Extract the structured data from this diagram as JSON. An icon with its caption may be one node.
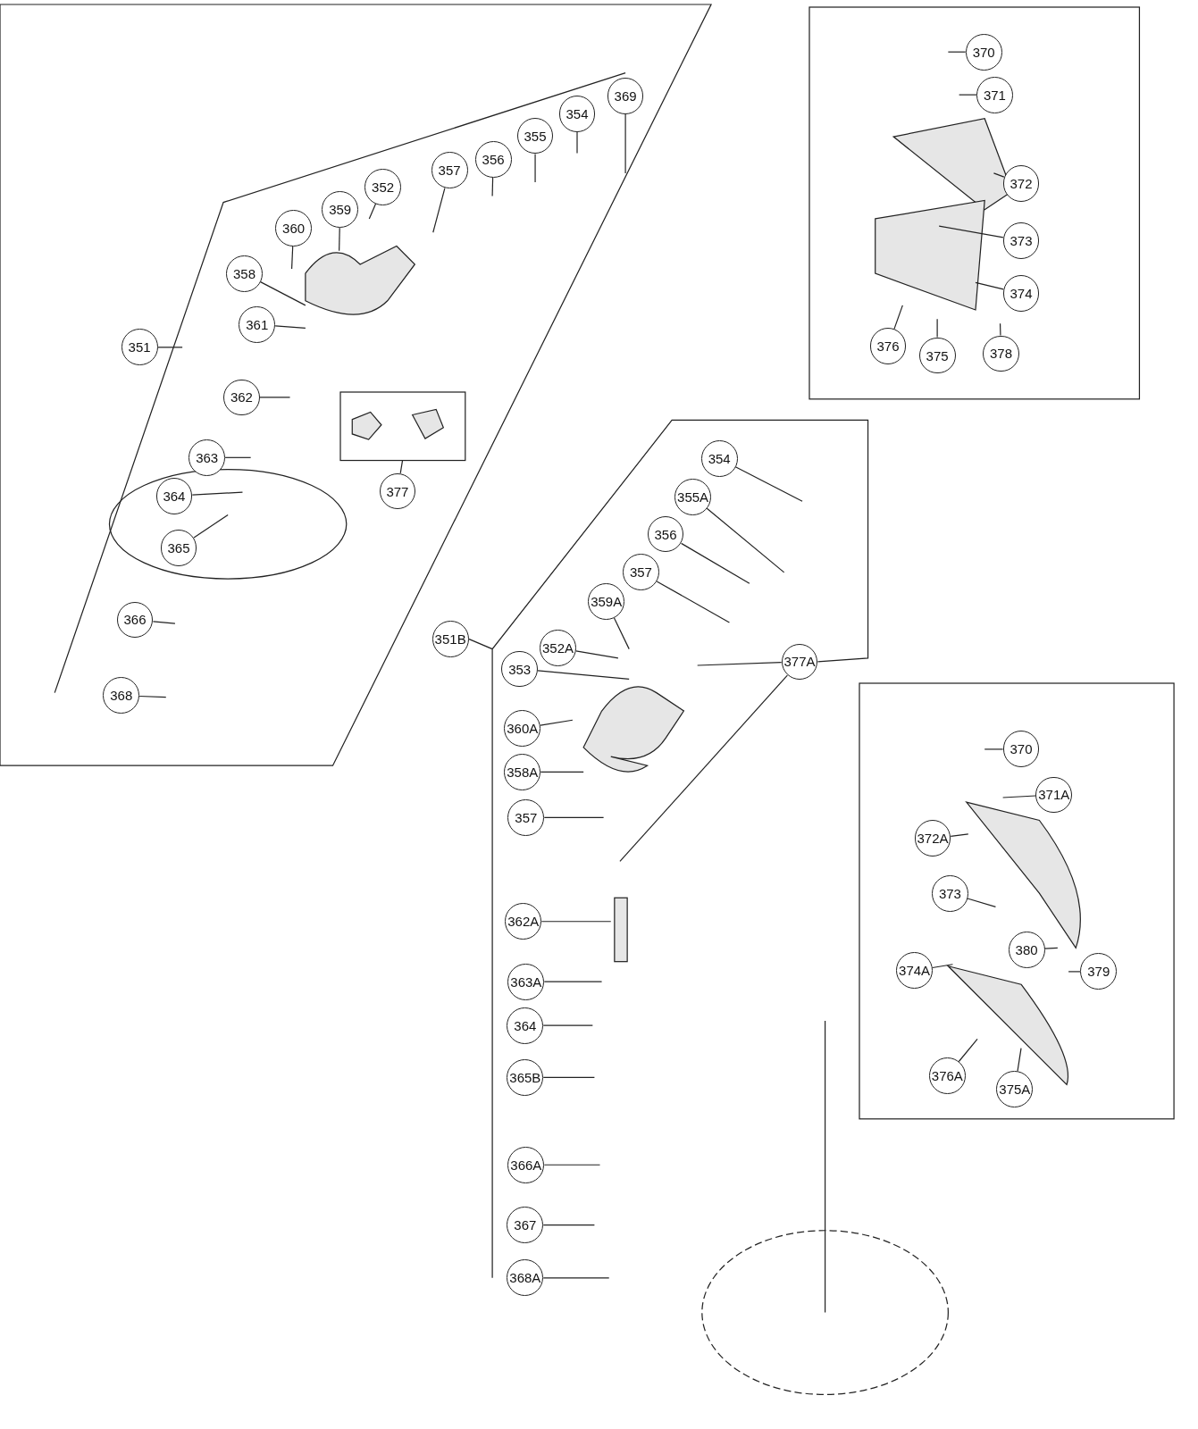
{
  "diagram": {
    "nodes": [
      {
        "text": [],
        "shape": "box"
      },
      {
        "text": [
          "369"
        ],
        "in": 0
      },
      {
        "text": [
          "354"
        ],
        "in": 0
      },
      {
        "text": [
          "355"
        ],
        "in": 0
      },
      {
        "text": [
          "356"
        ],
        "in": 0
      },
      {
        "text": [
          "357"
        ],
        "in": 0
      },
      {
        "text": [
          "352"
        ],
        "in": 0
      },
      {
        "text": [
          "359"
        ],
        "in": 0
      },
      {
        "text": [
          "360"
        ],
        "in": 0
      },
      {
        "text": [
          "358"
        ],
        "in": 0
      },
      {
        "text": [
          "361"
        ],
        "in": 0
      },
      {
        "text": [
          "351"
        ],
        "in": 0
      },
      {
        "text": [
          "362"
        ],
        "in": 0
      },
      {
        "text": [
          "363"
        ],
        "in": 0
      },
      {
        "text": [
          "364"
        ],
        "in": 0
      },
      {
        "text": [
          "365"
        ],
        "in": 0
      },
      {
        "text": [
          "366"
        ],
        "in": 0
      },
      {
        "text": [
          "368"
        ],
        "in": 0
      },
      {
        "text": [],
        "shape": "picture",
        "in": 0
      },
      {
        "text": [
          "377"
        ],
        "in": 0
      },
      {
        "text": [],
        "shape": "box"
      },
      {
        "text": [
          "370"
        ],
        "in": 20
      },
      {
        "text": [
          "371"
        ],
        "in": 20
      },
      {
        "text": [
          "372"
        ],
        "in": 20
      },
      {
        "text": [
          "373"
        ],
        "in": 20
      },
      {
        "text": [
          "374"
        ],
        "in": 20
      },
      {
        "text": [
          "376"
        ],
        "in": 20
      },
      {
        "text": [
          "375"
        ],
        "in": 20
      },
      {
        "text": [
          "378"
        ],
        "in": 20
      },
      {
        "text": [
          "354"
        ]
      },
      {
        "text": [
          "355A"
        ]
      },
      {
        "text": [
          "356"
        ]
      },
      {
        "text": [
          "357"
        ]
      },
      {
        "text": [
          "359A"
        ]
      },
      {
        "text": [
          "351B"
        ]
      },
      {
        "text": [
          "352A"
        ]
      },
      {
        "text": [
          "377A"
        ]
      },
      {
        "text": [
          "353"
        ]
      },
      {
        "text": [
          "360A"
        ]
      },
      {
        "text": [
          "358A"
        ]
      },
      {
        "text": [
          "357"
        ]
      },
      {
        "text": [
          "362A"
        ]
      },
      {
        "text": [
          "363A"
        ]
      },
      {
        "text": [
          "364"
        ]
      },
      {
        "text": [
          "365B"
        ]
      },
      {
        "text": [
          "366A"
        ]
      },
      {
        "text": [
          "367"
        ]
      },
      {
        "text": [
          "368A"
        ]
      },
      {
        "text": [],
        "shape": "box"
      },
      {
        "text": [
          "370"
        ],
        "in": 48
      },
      {
        "text": [
          "371A"
        ],
        "in": 48
      },
      {
        "text": [
          "372A"
        ],
        "in": 48
      },
      {
        "text": [
          "373"
        ],
        "in": 48
      },
      {
        "text": [
          "380"
        ],
        "in": 48
      },
      {
        "text": [
          "379"
        ],
        "in": 48
      },
      {
        "text": [
          "374A"
        ],
        "in": 48
      },
      {
        "text": [
          "376A"
        ],
        "in": 48
      },
      {
        "text": [
          "375A"
        ],
        "in": 48
      }
    ],
    "edges": [
      {
        "from": 1,
        "to": null,
        "arrow": "none"
      },
      {
        "from": 2,
        "to": null,
        "arrow": "none"
      },
      {
        "from": 3,
        "to": null,
        "arrow": "none"
      },
      {
        "from": 4,
        "to": null,
        "arrow": "none"
      },
      {
        "from": 5,
        "to": null,
        "arrow": "none"
      },
      {
        "from": 6,
        "to": null,
        "arrow": "none"
      },
      {
        "from": 7,
        "to": null,
        "arrow": "none"
      },
      {
        "from": 8,
        "to": null,
        "arrow": "none"
      },
      {
        "from": 9,
        "to": null,
        "arrow": "none"
      },
      {
        "from": 10,
        "to": null,
        "arrow": "none"
      },
      {
        "from": 12,
        "to": null,
        "arrow": "none"
      },
      {
        "from": 13,
        "to": null,
        "arrow": "none"
      },
      {
        "from": 14,
        "to": null,
        "arrow": "none"
      },
      {
        "from": 15,
        "to": null,
        "arrow": "none"
      },
      {
        "from": 16,
        "to": null,
        "arrow": "none"
      },
      {
        "from": 17,
        "to": null,
        "arrow": "none"
      },
      {
        "from": 19,
        "to": 18,
        "arrow": "none"
      },
      {
        "from": 21,
        "to": null,
        "arrow": "none"
      },
      {
        "from": 22,
        "to": null,
        "arrow": "none"
      },
      {
        "from": 23,
        "to": null,
        "arrow": "none"
      },
      {
        "from": 24,
        "to": null,
        "arrow": "none"
      },
      {
        "from": 25,
        "to": null,
        "arrow": "none"
      },
      {
        "from": 26,
        "to": null,
        "arrow": "none"
      },
      {
        "from": 27,
        "to": null,
        "arrow": "none"
      },
      {
        "from": 28,
        "to": null,
        "arrow": "none"
      },
      {
        "from": 29,
        "to": null,
        "arrow": "none"
      },
      {
        "from": 30,
        "to": null,
        "arrow": "none"
      },
      {
        "from": 31,
        "to": null,
        "arrow": "none"
      },
      {
        "from": 32,
        "to": null,
        "arrow": "none"
      },
      {
        "from": 33,
        "to": null,
        "arrow": "none"
      },
      {
        "from": 35,
        "to": null,
        "arrow": "none"
      },
      {
        "from": 36,
        "to": null,
        "arrow": "none"
      },
      {
        "from": 36,
        "to": null,
        "arrow": "none"
      },
      {
        "from": 37,
        "to": null,
        "arrow": "none"
      },
      {
        "from": 38,
        "to": null,
        "arrow": "none"
      },
      {
        "from": 39,
        "to": null,
        "arrow": "none"
      },
      {
        "from": 40,
        "to": null,
        "arrow": "none"
      },
      {
        "from": 41,
        "to": null,
        "arrow": "none"
      },
      {
        "from": 42,
        "to": null,
        "arrow": "none"
      },
      {
        "from": 43,
        "to": null,
        "arrow": "none"
      },
      {
        "from": 44,
        "to": null,
        "arrow": "none"
      },
      {
        "from": 45,
        "to": null,
        "arrow": "none"
      },
      {
        "from": 46,
        "to": null,
        "arrow": "none"
      },
      {
        "from": 47,
        "to": null,
        "arrow": "none"
      },
      {
        "from": 49,
        "to": null,
        "arrow": "none"
      },
      {
        "from": 50,
        "to": null,
        "arrow": "none"
      },
      {
        "from": 51,
        "to": null,
        "arrow": "none"
      },
      {
        "from": 52,
        "to": null,
        "arrow": "none"
      },
      {
        "from": 53,
        "to": null,
        "arrow": "none"
      },
      {
        "from": 54,
        "to": null,
        "arrow": "none"
      },
      {
        "from": 55,
        "to": null,
        "arrow": "none"
      },
      {
        "from": 56,
        "to": null,
        "arrow": "none"
      },
      {
        "from": 57,
        "to": null,
        "arrow": "none"
      }
    ]
  }
}
